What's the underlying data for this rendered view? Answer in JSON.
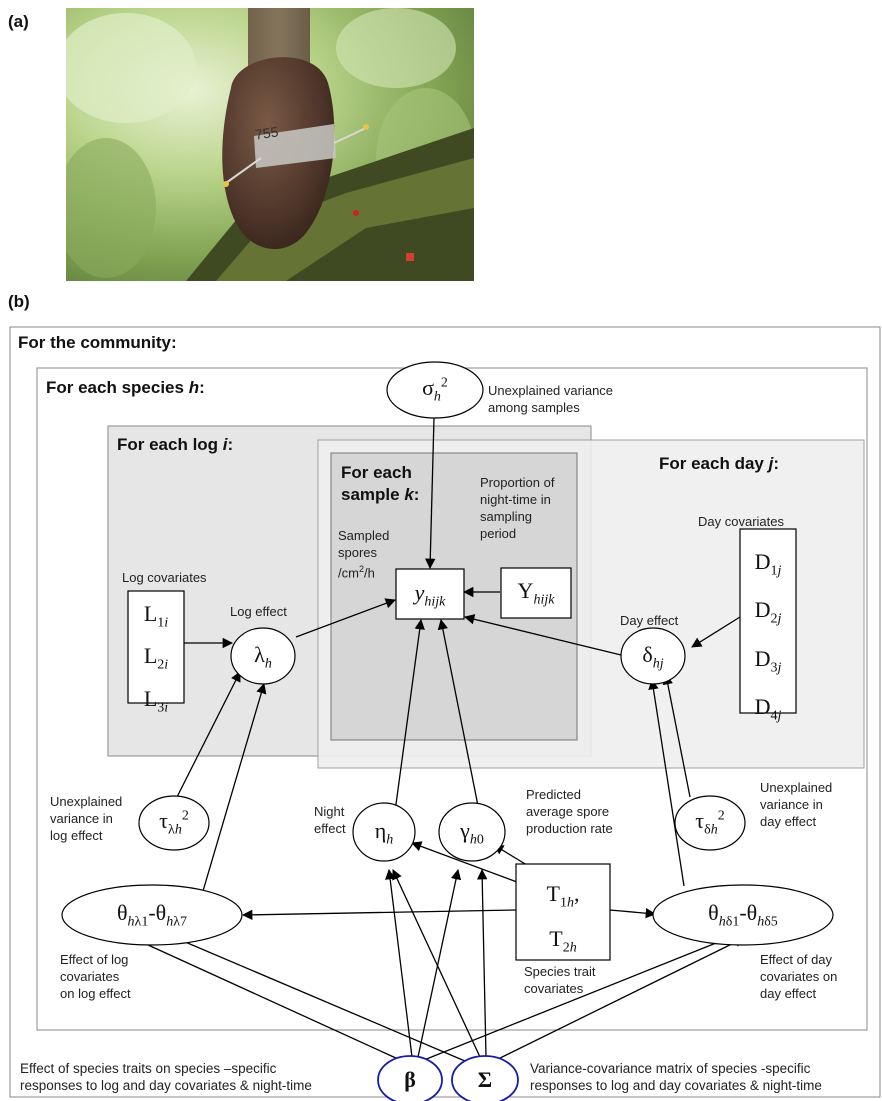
{
  "panel_a_label": "(a)",
  "panel_b_label": "(b)",
  "photo": {
    "tag_number": "755"
  },
  "colors": {
    "log_plate": "#e6e6e6",
    "day_plate": "#efefef",
    "sample_plate": "#d6d6d6",
    "edge": "#000000",
    "highlight": "#1a1aa8"
  },
  "plates": {
    "community": "For the community:",
    "species": "For each species h:",
    "log": "For each log i:",
    "sample_line1": "For each",
    "sample_line2": "sample k:",
    "day": "For each day j:"
  },
  "nodes": {
    "sigma": "σh2",
    "y": "yhijk",
    "Y": "Yhijk",
    "L": [
      "L1i",
      "L2i",
      "L3i"
    ],
    "D": [
      "D1j",
      "D2j",
      "D3j",
      "D4j"
    ],
    "lambda": "λh",
    "delta": "δhj",
    "tau_lambda": "τλh2",
    "tau_delta": "τδh2",
    "eta": "ηh",
    "gamma": "γh0",
    "T": [
      "T1h,",
      "T2h"
    ],
    "theta_lambda": "θhλ1-θhλ7",
    "theta_delta": "θhδ1-θhδ5",
    "beta": "β",
    "Sigma": "Σ"
  },
  "labels": {
    "unexplained_samples": "Unexplained variance among samples",
    "proportion_night": [
      "Proportion of",
      "night-time in",
      "sampling",
      "period"
    ],
    "day_covariates": "Day covariates",
    "sampled_spores": [
      "Sampled",
      "spores",
      "/cm2/h"
    ],
    "log_covariates": "Log covariates",
    "log_effect": "Log effect",
    "day_effect": "Day effect",
    "unexplained_log": [
      "Unexplained",
      "variance in",
      "log effect"
    ],
    "night_effect": [
      "Night",
      "effect"
    ],
    "predicted_rate": [
      "Predicted",
      "average spore",
      "production rate"
    ],
    "unexplained_day": [
      "Unexplained",
      "variance in",
      "day effect"
    ],
    "species_traits": [
      "Species trait",
      "covariates"
    ],
    "effect_log_cov": [
      "Effect of log",
      "covariates",
      "on log effect"
    ],
    "effect_day_cov": [
      "Effect of day",
      "covariates  on",
      "day effect"
    ],
    "beta_desc": [
      "Effect of species traits on species –specific",
      "responses to log and day covariates & night-time"
    ],
    "sigma_desc": [
      "Variance-covariance matrix  of species -specific",
      "responses to log and day covariates & night-time"
    ]
  }
}
